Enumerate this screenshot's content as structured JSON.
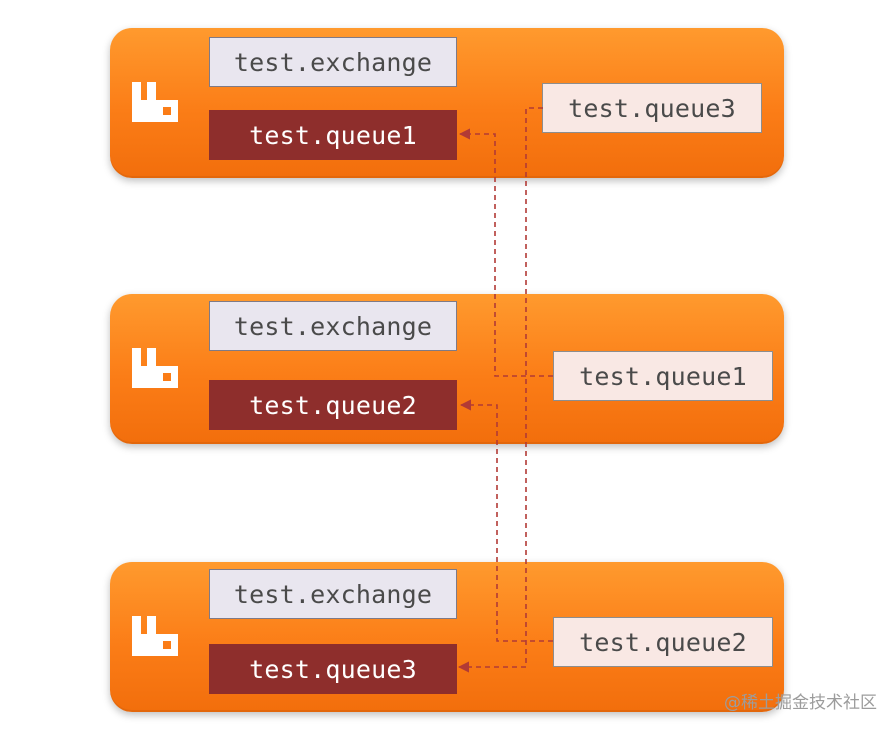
{
  "nodes": [
    {
      "exchange": "test.exchange",
      "queue": "test.queue1",
      "mirror": "test.queue3"
    },
    {
      "exchange": "test.exchange",
      "queue": "test.queue2",
      "mirror": "test.queue1"
    },
    {
      "exchange": "test.exchange",
      "queue": "test.queue3",
      "mirror": "test.queue2"
    }
  ],
  "icons": {
    "node_logo": "rabbitmq-logo-icon"
  },
  "colors": {
    "node_fill": "#fb7d17",
    "queue_fill": "#8e2e2c",
    "exchange_fill": "#e9e6ef",
    "mirror_fill": "#f9e8e4",
    "link": "#b23a35"
  },
  "watermark": "@稀土掘金技术社区"
}
